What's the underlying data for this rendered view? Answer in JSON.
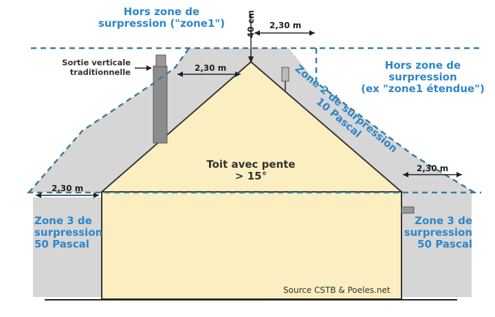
{
  "labels": {
    "top_zone1_line1": "Hors zone de",
    "top_zone1_line2": "surpression (\"zone1\")",
    "right_zone1_line1": "Hors zone de",
    "right_zone1_line2": "surpression",
    "right_zone1_line3": "(ex \"zone1 étendue\")",
    "sortie_line1": "Sortie verticale",
    "sortie_line2": "traditionnelle",
    "zone2_line1": "Zone 2 de surpression",
    "zone2_line2": "10 Pascal",
    "roof_line1": "Toit avec pente",
    "roof_line2": "> 15°",
    "zone3_left_line1": "Zone 3 de",
    "zone3_left_line2": "surpression",
    "zone3_left_line3": "50 Pascal",
    "zone3_right_line1": "Zone 3 de",
    "zone3_right_line2": "surpression",
    "zone3_right_line3": "50 Pascal",
    "source": "Source CSTB & Poeles.net"
  },
  "dimensions": {
    "height_40": "40 cm",
    "dist_top": "2,30 m",
    "dist_chimney": "2,30 m",
    "dist_right_eave": "2,30 m",
    "dist_left_eave": "2,30 m"
  },
  "colors": {
    "zone_gray": "#d6d6d6",
    "house_fill": "#fbeec0",
    "dashed_line": "#3a7a9a",
    "label_blue": "#2e86c8",
    "chimney": "#8c8c8c"
  }
}
